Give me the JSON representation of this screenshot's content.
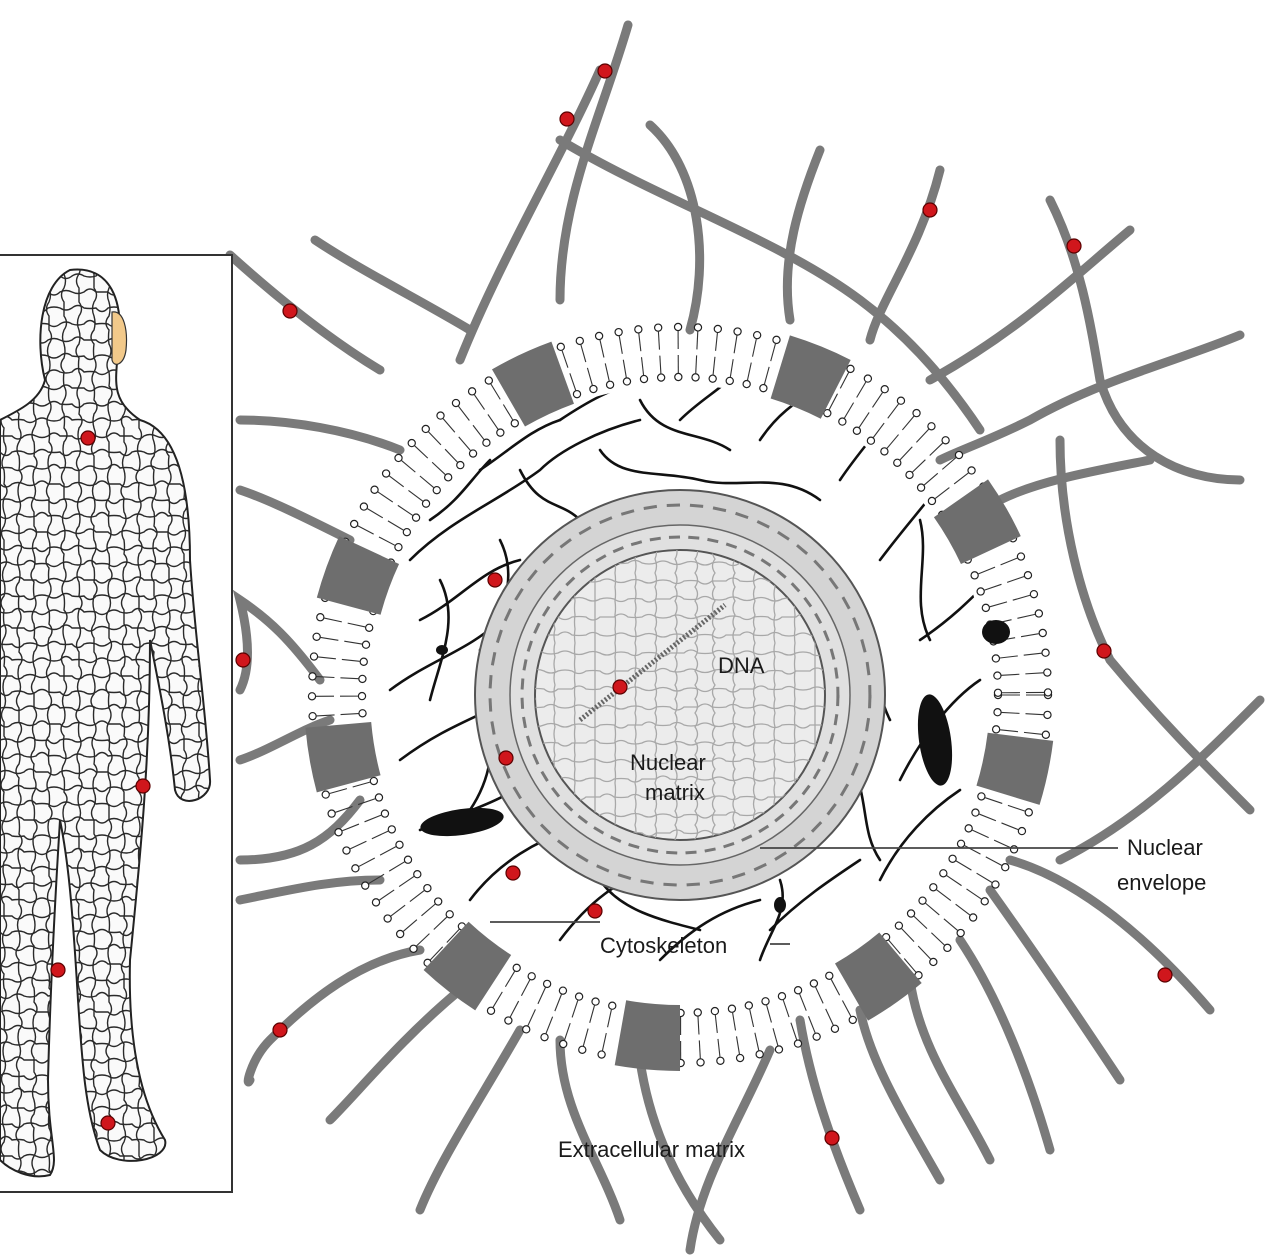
{
  "labels": {
    "dna": "DNA",
    "nuclear_matrix_line1": "Nuclear",
    "nuclear_matrix_line2": "matrix",
    "nuclear_envelope_line1": "Nuclear",
    "nuclear_envelope_line2": "envelope",
    "cytoskeleton": "Cytoskeleton",
    "extracellular_matrix": "Extracellular matrix"
  },
  "colors": {
    "ecm_fiber": "#7a7a7a",
    "marker_dot": "#d0161c",
    "membrane_protein": "#6e6e6e",
    "nucleus_fill": "#e6e6e6",
    "body_accent": "#f2c98a"
  }
}
